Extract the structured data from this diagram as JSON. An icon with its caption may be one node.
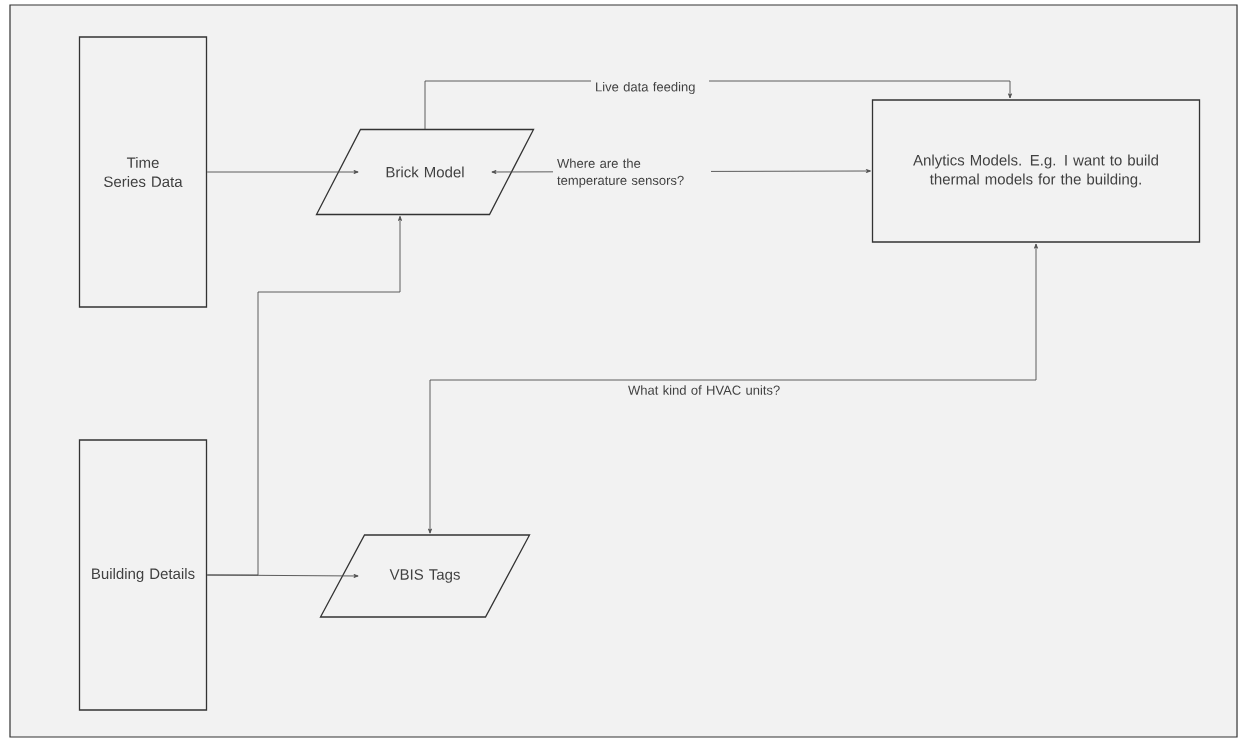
{
  "diagram": {
    "nodes": [
      {
        "text": [
          "Time Series Data"
        ]
      },
      {
        "text": [
          "Brick Model"
        ]
      },
      {
        "text": [
          "Anlytics Models. E.g. I want to build thermal models for the building."
        ]
      },
      {
        "text": [
          "Building Details"
        ]
      },
      {
        "text": [
          "VBIS Tags"
        ]
      }
    ],
    "edges": [
      {
        "from": 0,
        "to": 1,
        "arrow": "to"
      },
      {
        "from": 1,
        "to": 2,
        "arrow": "to",
        "label": "Live data feeding"
      },
      {
        "from": 2,
        "to": 1,
        "arrow": "both",
        "label": "Where are the temperature sensors?"
      },
      {
        "from": 2,
        "to": 4,
        "arrow": "both",
        "label": "What kind of HVAC units?"
      },
      {
        "from": 3,
        "to": 1,
        "arrow": "to"
      },
      {
        "from": 3,
        "to": 4,
        "arrow": "to"
      }
    ]
  }
}
